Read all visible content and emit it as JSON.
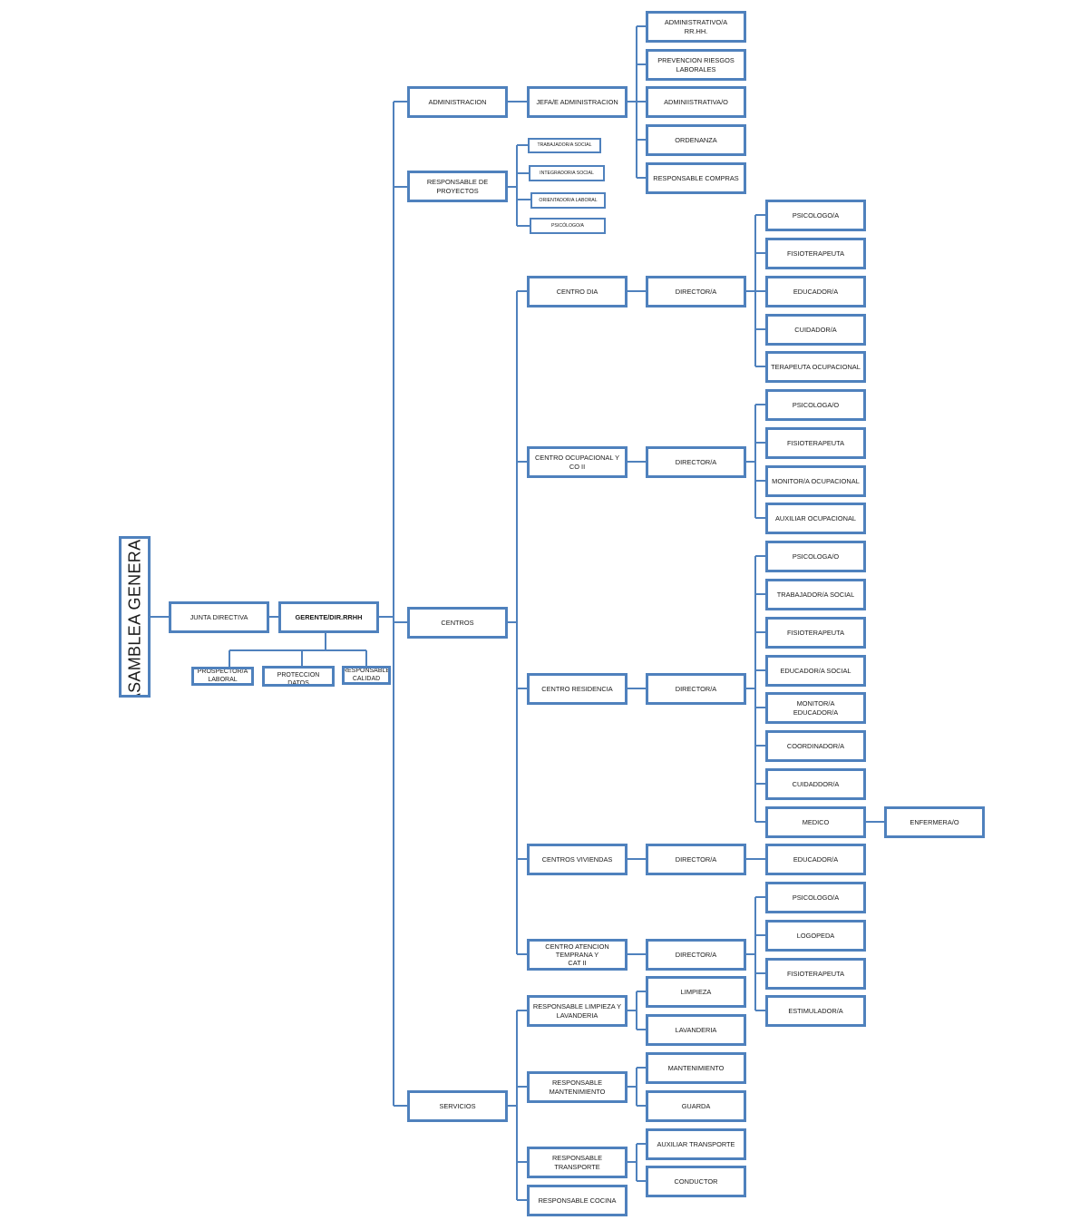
{
  "diagram": {
    "root": "ASAMBLEA GENERAL",
    "junta": "JUNTA DIRECTIVA",
    "gerente": "GERENTE/DIR.RRHH",
    "staff": [
      "PROSPECTOR/A\nLABORAL",
      "DELEGADO/A\nPROTECCION DATOS",
      "RESPONSABLE\nCALIDAD"
    ],
    "departments": {
      "administracion": "ADMINISTRACION",
      "proyectos": "RESPONSABLE DE  PROYECTOS",
      "centros": "CENTROS",
      "servicios": "SERVICIOS"
    },
    "jefa_admin": "JEFA/E  ADMINISTRACION",
    "admin_staff": [
      "ADMINISTRATIVO/A\nRR.HH.",
      "PREVENCION RIESGOS\nLABORALES",
      "ADMINIISTRATIVA/O",
      "ORDENANZA",
      "RESPONSABLE COMPRAS"
    ],
    "project_staff": [
      "TRABAJADOR/A SOCIAL",
      "INTEGRADOR/A SOCIAL",
      "ORIENTADOR/A LABORAL",
      "PSICÓLOGO/A"
    ],
    "centers": [
      "CENTRO DIA",
      "CENTRO OCUPACIONAL Y CO II",
      "CENTRO RESIDENCIA",
      "CENTROS VIVIENDAS",
      "CENTRO ATENCION TEMPRANA Y\nCAT II"
    ],
    "director": "DIRECTOR/A",
    "centro_dia_staff": [
      "PSICOLOGO/A",
      "FISIOTERAPEUTA",
      "EDUCADOR/A",
      "CUIDADOR/A",
      "TERAPEUTA OCUPACIONAL"
    ],
    "ocupacional_staff": [
      "PSICOLOGA/O",
      "FISIOTERAPEUTA",
      "MONITOR/A OCUPACIONAL",
      "AUXILIAR OCUPACIONAL"
    ],
    "residencia_staff": [
      "PSICOLOGA/O",
      "TRABAJADOR/A SOCIAL",
      "FISIOTERAPEUTA",
      "EDUCADOR/A SOCIAL",
      "MONITOR/A\nEDUCADOR/A",
      "COORDINADOR/A",
      "CUIDADDOR/A",
      "MEDICO"
    ],
    "enfermera": "ENFERMERA/O",
    "viviendas_staff": [
      "EDUCADOR/A"
    ],
    "atencion_staff": [
      "PSICOLOGO/A",
      "LOGOPEDA",
      "FISIOTERAPEUTA",
      "ESTIMULADOR/A"
    ],
    "servicios": [
      {
        "label": "RESPONSABLE LIMPIEZA Y\nLAVANDERIA",
        "staff": [
          "LIMPIEZA",
          "LAVANDERIA"
        ]
      },
      {
        "label": "RESPONSABLE MANTENIMIENTO",
        "staff": [
          "MANTENIMIENTO",
          "GUARDA"
        ]
      },
      {
        "label": "RESPONSABLE TRANSPORTE",
        "staff": [
          "AUXILIAR TRANSPORTE",
          "CONDUCTOR"
        ]
      },
      {
        "label": "RESPONSABLE COCINA",
        "staff": []
      }
    ],
    "colors": {
      "border": "#4f81bd",
      "text": "#1a1a1a",
      "background": "#ffffff"
    }
  }
}
